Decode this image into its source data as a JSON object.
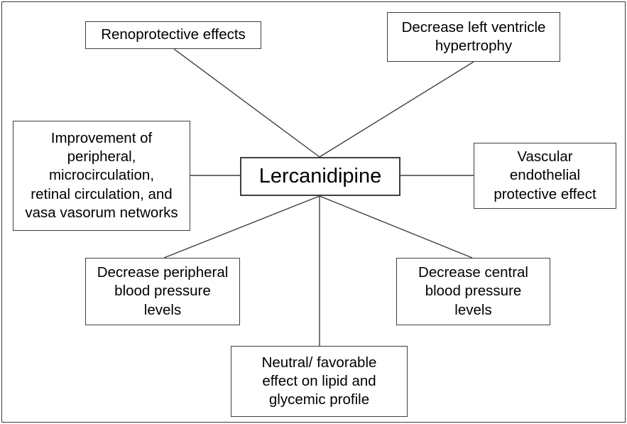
{
  "diagram": {
    "type": "hub-and-spoke concept map",
    "title_node": {
      "id": "lercanidipine",
      "label": "Lercanidipine"
    },
    "frame": {
      "border_color": "#3a3a3a",
      "background": "#ffffff"
    },
    "node_style": {
      "border_color": "#3f3f3f",
      "fill": "#ffffff",
      "text_color": "#000000"
    },
    "edge_style": {
      "stroke": "#3f3f3f",
      "width": 1.4
    },
    "nodes": [
      {
        "id": "renoprotective",
        "label": "Renoprotective effects",
        "position": "top-left"
      },
      {
        "id": "lvh",
        "label": "Decrease left ventricle\nhypertrophy",
        "position": "top-right"
      },
      {
        "id": "improvement",
        "label": "Improvement of\nperipheral,\nmicrocirculation,\nretinal circulation, and\nvasa vasorum networks",
        "position": "left"
      },
      {
        "id": "vascular",
        "label": "Vascular\nendothelial\nprotective effect",
        "position": "right"
      },
      {
        "id": "peripheral-bp",
        "label": "Decrease peripheral\nblood pressure\nlevels",
        "position": "bottom-left"
      },
      {
        "id": "central-bp",
        "label": "Decrease central\nblood pressure\nlevels",
        "position": "bottom-right"
      },
      {
        "id": "lipid-glycemic",
        "label": "Neutral/ favorable\neffect on lipid and\nglycemic profile",
        "position": "bottom-center"
      }
    ],
    "edges": [
      {
        "from": "lercanidipine",
        "to": "renoprotective",
        "kind": "diagonal"
      },
      {
        "from": "lercanidipine",
        "to": "lvh",
        "kind": "diagonal"
      },
      {
        "from": "lercanidipine",
        "to": "improvement",
        "kind": "horizontal"
      },
      {
        "from": "lercanidipine",
        "to": "vascular",
        "kind": "horizontal"
      },
      {
        "from": "lercanidipine",
        "to": "peripheral-bp",
        "kind": "diagonal"
      },
      {
        "from": "lercanidipine",
        "to": "central-bp",
        "kind": "diagonal"
      },
      {
        "from": "lercanidipine",
        "to": "lipid-glycemic",
        "kind": "vertical"
      }
    ]
  }
}
